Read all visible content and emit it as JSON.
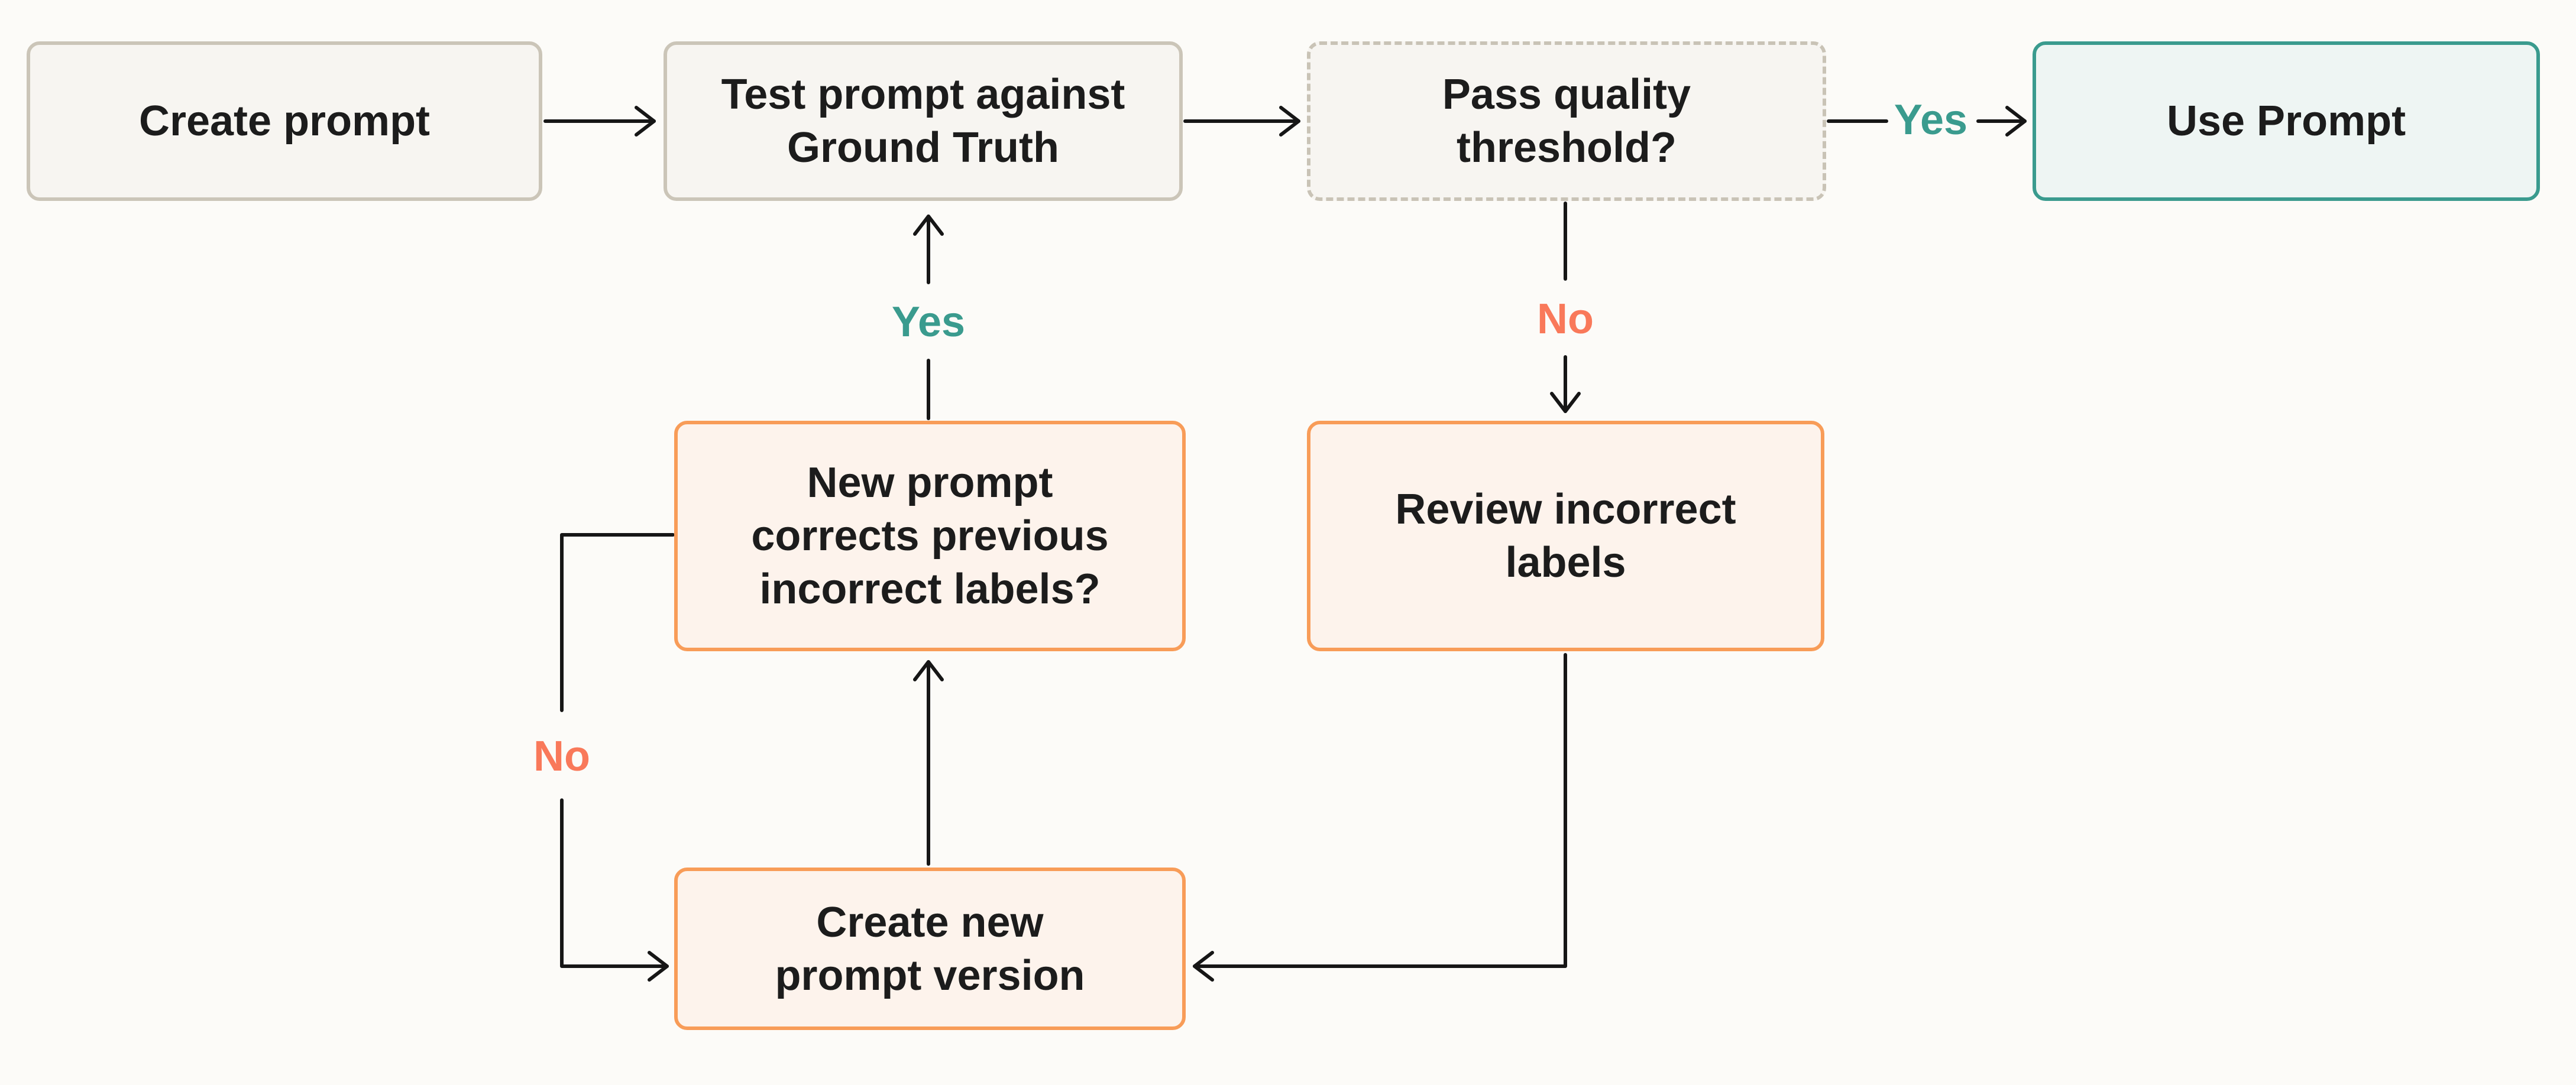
{
  "diagram": {
    "type": "flowchart",
    "colors": {
      "background": "#fcfbf8",
      "neutral_border": "#cbc5b8",
      "neutral_fill": "#f7f5f1",
      "teal_accent": "#3a9b8e",
      "teal_fill": "#eef5f3",
      "orange_accent": "#f89c58",
      "orange_fill": "#fdf3ec",
      "coral_accent": "#f9795a",
      "connector": "#161616",
      "text": "#1c1c1c"
    },
    "nodes": {
      "create_prompt": {
        "label": "Create prompt"
      },
      "test_prompt": {
        "label": "Test prompt against\nGround Truth"
      },
      "pass_threshold": {
        "label": "Pass quality\nthreshold?"
      },
      "use_prompt": {
        "label": "Use Prompt"
      },
      "new_prompt_corrects": {
        "label": "New prompt\ncorrects previous\nincorrect labels?"
      },
      "review_labels": {
        "label": "Review incorrect\nlabels"
      },
      "create_new_version": {
        "label": "Create new\nprompt version"
      }
    },
    "edge_labels": {
      "yes_to_use_prompt": {
        "text": "Yes"
      },
      "no_below_threshold": {
        "text": "No"
      },
      "yes_up_to_test": {
        "text": "Yes"
      },
      "no_loop_left": {
        "text": "No"
      }
    }
  }
}
